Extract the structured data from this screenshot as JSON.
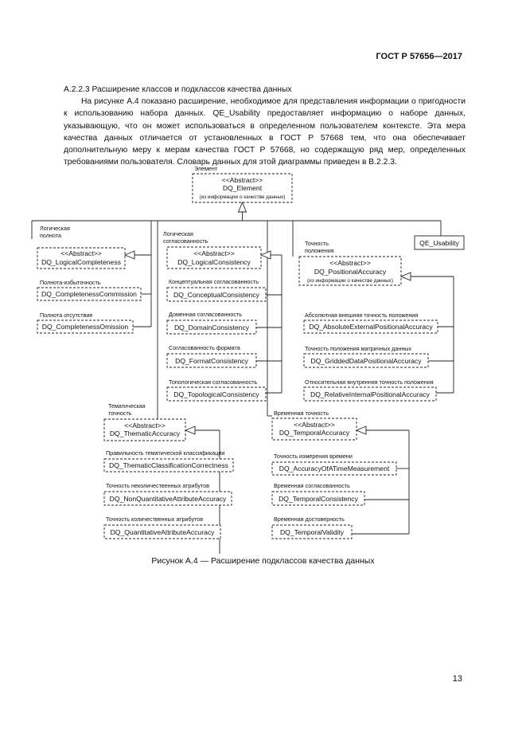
{
  "header": {
    "doc_id": "ГОСТ Р 57656—2017"
  },
  "section": {
    "heading": "А.2.2.3 Расширение классов и подклассов качества данных",
    "paragraph": "На рисунке А.4 показано расширение, необходимое для представления информации о пригодности к использованию набора данных. QE_Usability предоставляет информацию о наборе данных, указывающую, что он может использоваться в определенном пользователем контексте. Эта мера качества данных отличается от установленных в ГОСТ Р 57668 тем, что она обеспечивает дополнительную меру к мерам качества ГОСТ Р 57668, но содержащую ряд мер, определенных требованиями пользователя. Словарь данных для этой диаграммы приведен в В.2.2.3."
  },
  "diagram": {
    "root": {
      "label": "Элемент",
      "stereotype": "<<Abstract>>",
      "name": "DQ_Element",
      "note": "(из информации о качестве данных)"
    },
    "usability": {
      "name": "QE_Usability"
    },
    "logical_completeness": {
      "label1": "Логическая",
      "label2": "полнота",
      "stereotype": "<<Abstract>>",
      "name": "DQ_LogicalCompleteness",
      "children": [
        {
          "label": "Полнота-избыточность",
          "name": "DQ_CompletenessCommission"
        },
        {
          "label": "Полнота отсутствие",
          "name": "DQ_CompletenessOmission"
        }
      ]
    },
    "logical_consistency": {
      "label1": "Логическая",
      "label2": "согласованность",
      "stereotype": "<<Abstract>>",
      "name": "DQ_LogicalConsistency",
      "children": [
        {
          "label": "Концептуальная согласованность",
          "name": "DQ_ConceptualConsistency"
        },
        {
          "label": "Доменная согласованность",
          "name": "DQ_DomainConsistency"
        },
        {
          "label": "Согласованность формата",
          "name": "DQ_FormatConsistency"
        },
        {
          "label": "Топологическая согласованность",
          "name": "DQ_TopologicalConsistency"
        }
      ]
    },
    "positional_accuracy": {
      "label1": "Точность",
      "label2": "положения",
      "stereotype": "<<Abstract>>",
      "name": "DQ_PositionalAccuracy",
      "note": "(из информации о качестве данных)",
      "children": [
        {
          "label": "Абсолютная внешняя точность положения",
          "name": "DQ_AbsoluteExternalPositionalAccuracy"
        },
        {
          "label": "Точность положения матричных данных",
          "name": "DQ_GriddedDataPositionalAccuracy"
        },
        {
          "label": "Относительная внутренняя точность положения",
          "name": "DQ_RelativeInternalPositionalAccuracy"
        }
      ]
    },
    "thematic_accuracy": {
      "label1": "Тематическая",
      "label2": "точность",
      "stereotype": "<<Abstract>>",
      "name": "DQ_ThematicAccuracy",
      "children": [
        {
          "label": "Правильность тематической классификации",
          "name": "DQ_ThematicClassificationCorrectness"
        },
        {
          "label": "Точность неколичественных атрибутов",
          "name": "DQ_NonQuantitativeAttributeAccuracy"
        },
        {
          "label": "Точность количественных атрибутов",
          "name": "DQ_QuantitativeAttributeAccuracy"
        }
      ]
    },
    "temporal_accuracy": {
      "label1": "Временная точность",
      "stereotype": "<<Abstract>>",
      "name": "DQ_TemporalAccuracy",
      "children": [
        {
          "label": "Точность измерения времени",
          "name": "DQ_AccuracyOfATimeMeasurement"
        },
        {
          "label": "Временная согласованность",
          "name": "DQ_TemporalConsistency"
        },
        {
          "label": "Временная достоверность",
          "name": "DQ_TemporalValidity"
        }
      ]
    }
  },
  "caption": "Рисунок А.4 — Расширение подклассов качества данных",
  "page_number": "13"
}
